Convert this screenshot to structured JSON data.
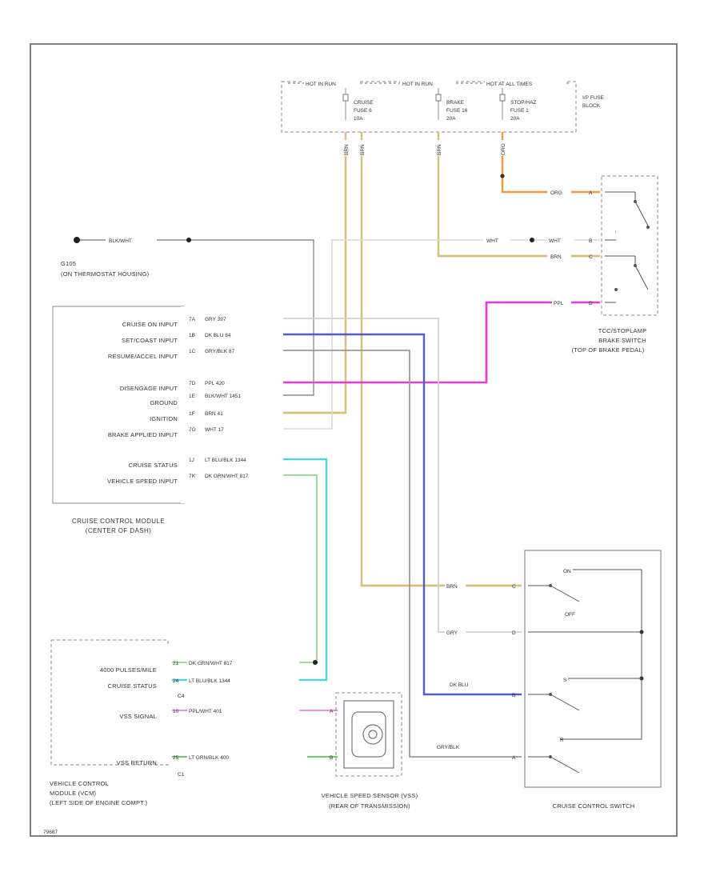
{
  "colors": {
    "tan": "#c9a85a",
    "orange": "#f39a3c",
    "magenta": "#ec38d8",
    "blue": "#4b5fd3",
    "cyan": "#3fd8e8",
    "green": "#7fd37f",
    "gray": "#9a9a9a",
    "lightgray": "#c8c8c8"
  },
  "fuse_block": {
    "hot_run_1": "HOT IN RUN",
    "hot_run_2": "HOT IN RUN",
    "hot_all_times": "HOT AT ALL TIMES",
    "cruise_fuse": [
      "CRUISE",
      "FUSE 6",
      "10A"
    ],
    "brake_fuse": [
      "BRAKE",
      "FUSE 16",
      "20A"
    ],
    "stop_fuse": [
      "STOP/HAZ",
      "FUSE 1",
      "20A"
    ],
    "block_label": [
      "I/P FUSE",
      "BLOCK"
    ],
    "wire_brn_1": "BRN",
    "wire_brn_2": "BRN",
    "wire_brn_3": "BRN",
    "wire_org": "ORG"
  },
  "ground": {
    "wire": "BLK/WHT",
    "name": "G105",
    "location": "(ON THERMOSTAT HOUSING)"
  },
  "brake_switch": {
    "wire_org": "ORG",
    "wire_wht_left": "WHT",
    "wire_wht_right": "WHT",
    "wire_brn": "BRN",
    "wire_ppl": "PPL",
    "pin_a": "A",
    "pin_b": "B",
    "pin_c": "C",
    "pin_d": "D",
    "name": "TCC/STOPLAMP",
    "name2": "BRAKE SWITCH",
    "location": "(TOP OF BRAKE PEDAL)"
  },
  "ccm": {
    "inputs": [
      "CRUISE ON INPUT",
      "SET/COAST INPUT",
      "RESUME/ACCEL INPUT",
      "DISENGAGE INPUT",
      "GROUND",
      "IGNITION",
      "BRAKE APPLIED INPUT",
      "CRUISE STATUS",
      "VEHICLE SPEED INPUT"
    ],
    "pins": [
      "7A",
      "1B",
      "1C",
      "7D",
      "1E",
      "1F",
      "7G",
      "1J",
      "7K"
    ],
    "wires": [
      "GRY  397",
      "DK BLU  84",
      "GRY/BLK  87",
      "PPL  420",
      "BLK/WHT  1451",
      "BRN  41",
      "WHT  17",
      "LT BLU/BLK  1344",
      "DK GRN/WHT  817"
    ],
    "name": "CRUISE CONTROL MODULE",
    "location": "(CENTER OF DASH)"
  },
  "vcm": {
    "labels": [
      "4000 PULSES/MILE",
      "CRUISE STATUS",
      "VSS SIGNAL",
      "VSS RETURN"
    ],
    "pins": [
      "21",
      "24",
      "10",
      "25"
    ],
    "wires": [
      "DK GRN/WHT  817",
      "LT BLU/BLK  1344",
      "PPL/WHT  401",
      "LT GRN/BLK  400"
    ],
    "conn_c4": "C4",
    "conn_c1": "C1",
    "name": "VEHICLE CONTROL",
    "name2": "MODULE (VCM)",
    "location": "(LEFT SIDE OF ENGINE COMPT.)"
  },
  "vss": {
    "pin_a": "A",
    "pin_b": "B",
    "name": "VEHICLE SPEED SENSOR (VSS)",
    "location": "(REAR OF TRANSMISSION)"
  },
  "ccs": {
    "wires": [
      "BRN",
      "GRY",
      "DK BLU",
      "GRY/BLK"
    ],
    "wires2": [
      "",
      "",
      "",
      ""
    ],
    "pins": [
      "C",
      "D",
      "B",
      "A"
    ],
    "on": "ON",
    "off": "OFF",
    "set": "S",
    "r": "R",
    "name": "CRUISE CONTROL SWITCH"
  },
  "footer": "79687"
}
